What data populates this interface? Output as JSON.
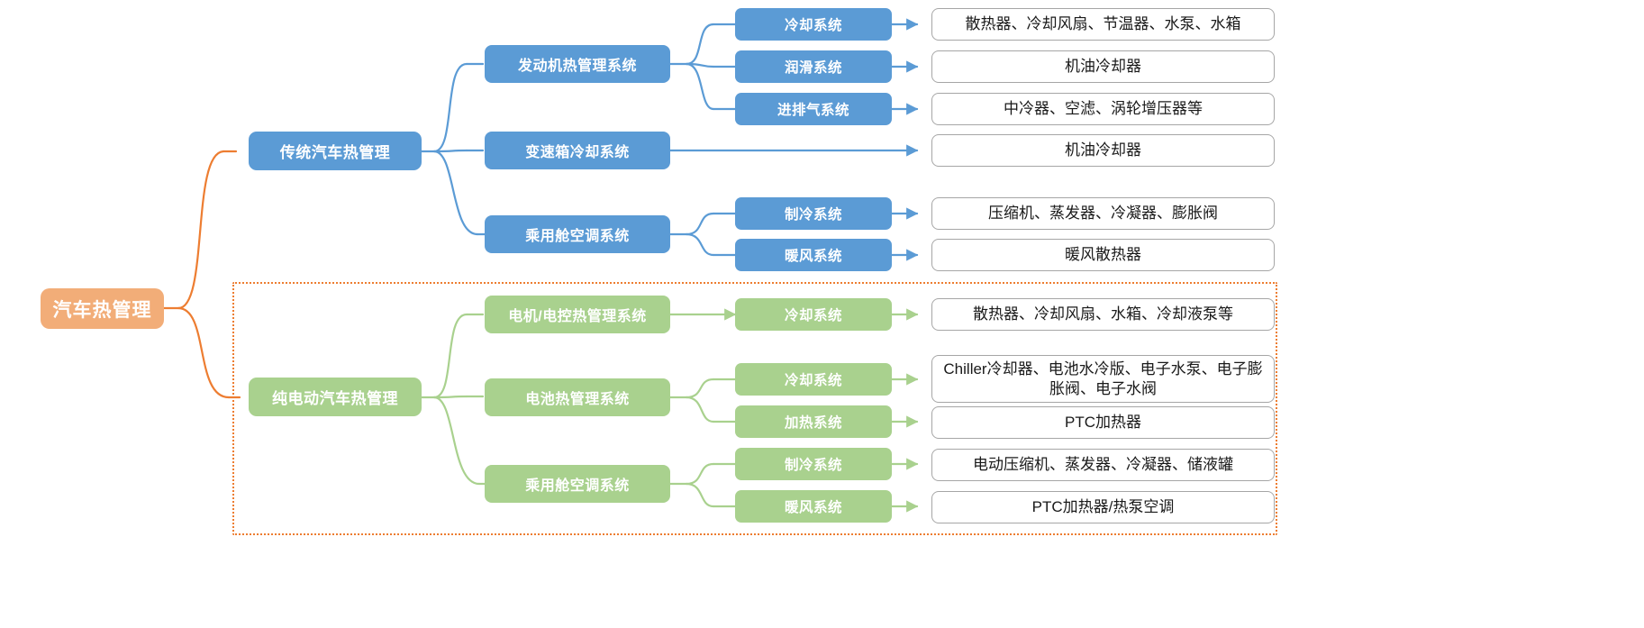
{
  "diagram": {
    "title": "汽车热管理",
    "type": "mind-map-tree",
    "colors": {
      "root": "#F2AD78",
      "conventional": "#5B9BD5",
      "electric": "#A9D18E",
      "leaf_border": "#A6A6A6",
      "ev_group_border": "#ED7D31"
    },
    "root": {
      "label": "汽车热管理"
    },
    "branches": [
      {
        "id": "conventional",
        "label": "传统汽车热管理",
        "color": "#5B9BD5",
        "children": [
          {
            "label": "发动机热管理系统",
            "children": [
              {
                "label": "冷却系统",
                "leaf": "散热器、冷却风扇、节温器、水泵、水箱"
              },
              {
                "label": "润滑系统",
                "leaf": "机油冷却器"
              },
              {
                "label": "进排气系统",
                "leaf": "中冷器、空滤、涡轮增压器等"
              }
            ]
          },
          {
            "label": "变速箱冷却系统",
            "leaf": "机油冷却器",
            "children": []
          },
          {
            "label": "乘用舱空调系统",
            "children": [
              {
                "label": "制冷系统",
                "leaf": "压缩机、蒸发器、冷凝器、膨胀阀"
              },
              {
                "label": "暖风系统",
                "leaf": "暖风散热器"
              }
            ]
          }
        ]
      },
      {
        "id": "electric",
        "label": "纯电动汽车热管理",
        "color": "#A9D18E",
        "children": [
          {
            "label": "电机/电控热管理系统",
            "children": [
              {
                "label": "冷却系统",
                "leaf": "散热器、冷却风扇、水箱、冷却液泵等"
              }
            ]
          },
          {
            "label": "电池热管理系统",
            "children": [
              {
                "label": "冷却系统",
                "leaf": "Chiller冷却器、电池水冷版、电子水泵、电子膨胀阀、电子水阀"
              },
              {
                "label": "加热系统",
                "leaf": "PTC加热器"
              }
            ]
          },
          {
            "label": "乘用舱空调系统",
            "children": [
              {
                "label": "制冷系统",
                "leaf": "电动压缩机、蒸发器、冷凝器、储液罐"
              },
              {
                "label": "暖风系统",
                "leaf": "PTC加热器/热泵空调"
              }
            ]
          }
        ]
      }
    ]
  }
}
